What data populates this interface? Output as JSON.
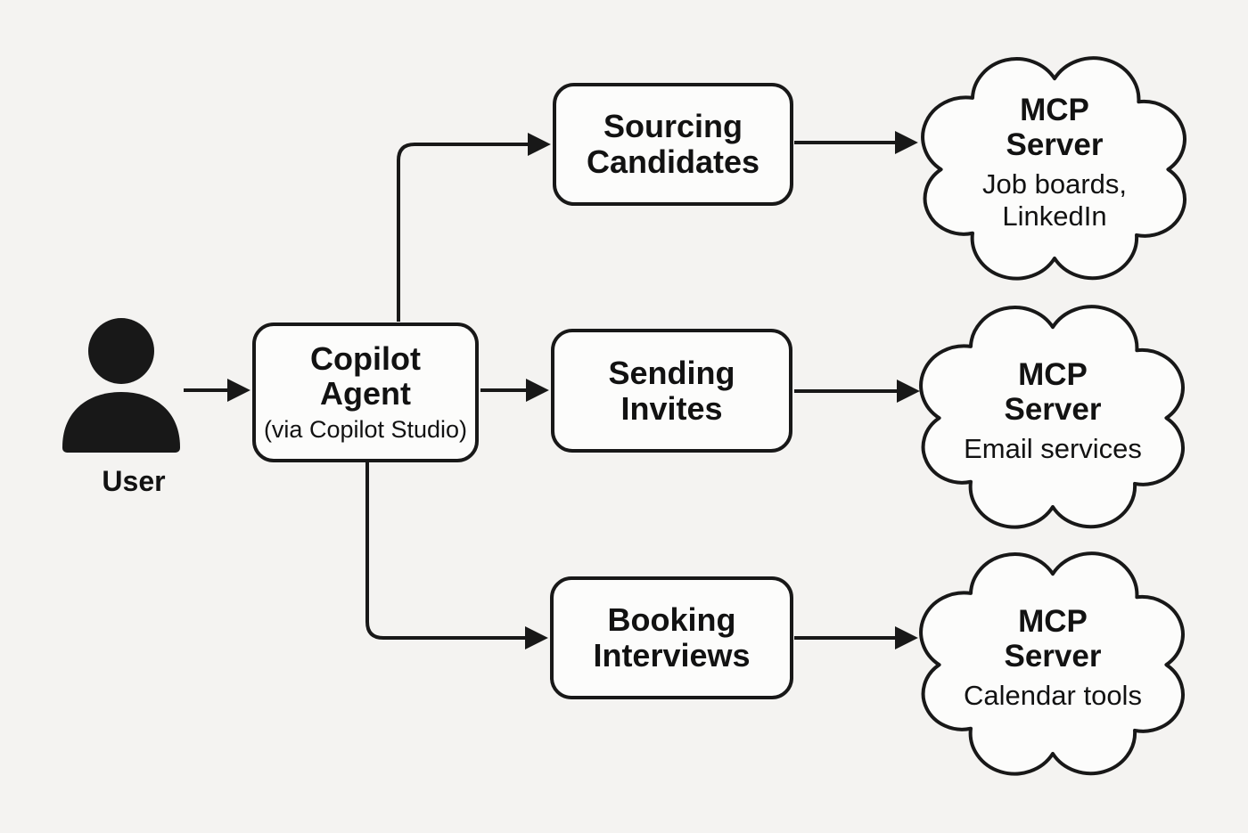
{
  "diagram": {
    "colors": {
      "bg": "#f4f3f1",
      "fill": "#fcfcfb",
      "line": "#181818",
      "text": "#121212"
    },
    "user": {
      "label": "User"
    },
    "agent": {
      "title": "Copilot\nAgent",
      "subtitle": "(via Copilot Studio)"
    },
    "tasks": [
      {
        "label": "Sourcing\nCandidates"
      },
      {
        "label": "Sending\nInvites"
      },
      {
        "label": "Booking\nInterviews"
      }
    ],
    "servers": [
      {
        "title": "MCP\nServer",
        "subtitle": "Job boards,\nLinkedIn"
      },
      {
        "title": "MCP\nServer",
        "subtitle": "Email services"
      },
      {
        "title": "MCP\nServer",
        "subtitle": "Calendar tools"
      }
    ],
    "edges": [
      {
        "from": "user",
        "to": "copilot-agent"
      },
      {
        "from": "copilot-agent",
        "to": "sourcing-candidates"
      },
      {
        "from": "copilot-agent",
        "to": "sending-invites"
      },
      {
        "from": "copilot-agent",
        "to": "booking-interviews"
      },
      {
        "from": "sourcing-candidates",
        "to": "mcp-server-job-boards"
      },
      {
        "from": "sending-invites",
        "to": "mcp-server-email"
      },
      {
        "from": "booking-interviews",
        "to": "mcp-server-calendar"
      }
    ]
  }
}
